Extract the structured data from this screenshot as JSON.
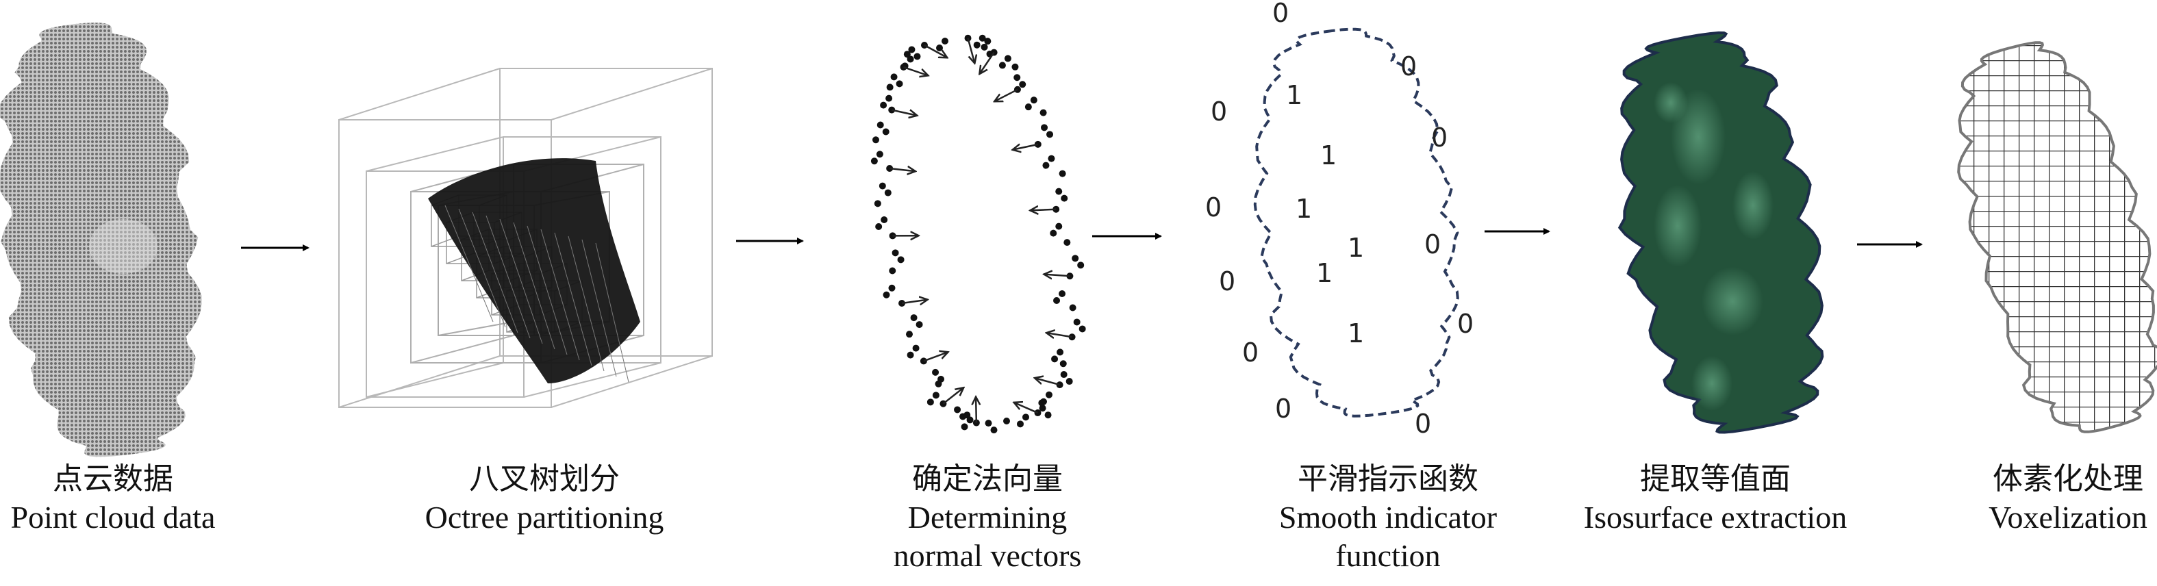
{
  "steps": [
    {
      "zh": "点云数据",
      "en": [
        "Point cloud data"
      ]
    },
    {
      "zh": "八叉树划分",
      "en": [
        "Octree partitioning"
      ]
    },
    {
      "zh": "确定法向量",
      "en": [
        "Determining",
        "normal vectors"
      ]
    },
    {
      "zh": "平滑指示函数",
      "en": [
        "Smooth indicator",
        "function"
      ]
    },
    {
      "zh": "提取等值面",
      "en": [
        "Isosurface extraction"
      ]
    },
    {
      "zh": "体素化处理",
      "en": [
        "Voxelization"
      ]
    }
  ],
  "indicator": {
    "outside": [
      "0",
      "0",
      "0",
      "0",
      "0",
      "0",
      "0",
      "0",
      "0",
      "0",
      "0"
    ],
    "inside": [
      "1",
      "1",
      "1",
      "1",
      "1",
      "1"
    ]
  },
  "colors": {
    "point_cloud": "#9a9a9a",
    "octree_lines": "#b5b5b5",
    "octree_core": "#151515",
    "indicator_outline": "#2b3a5c",
    "isosurface_fill": "#23523a",
    "isosurface_outline": "#1d2d4a",
    "voxel_grid": "#333333",
    "arrow": "#000000"
  }
}
